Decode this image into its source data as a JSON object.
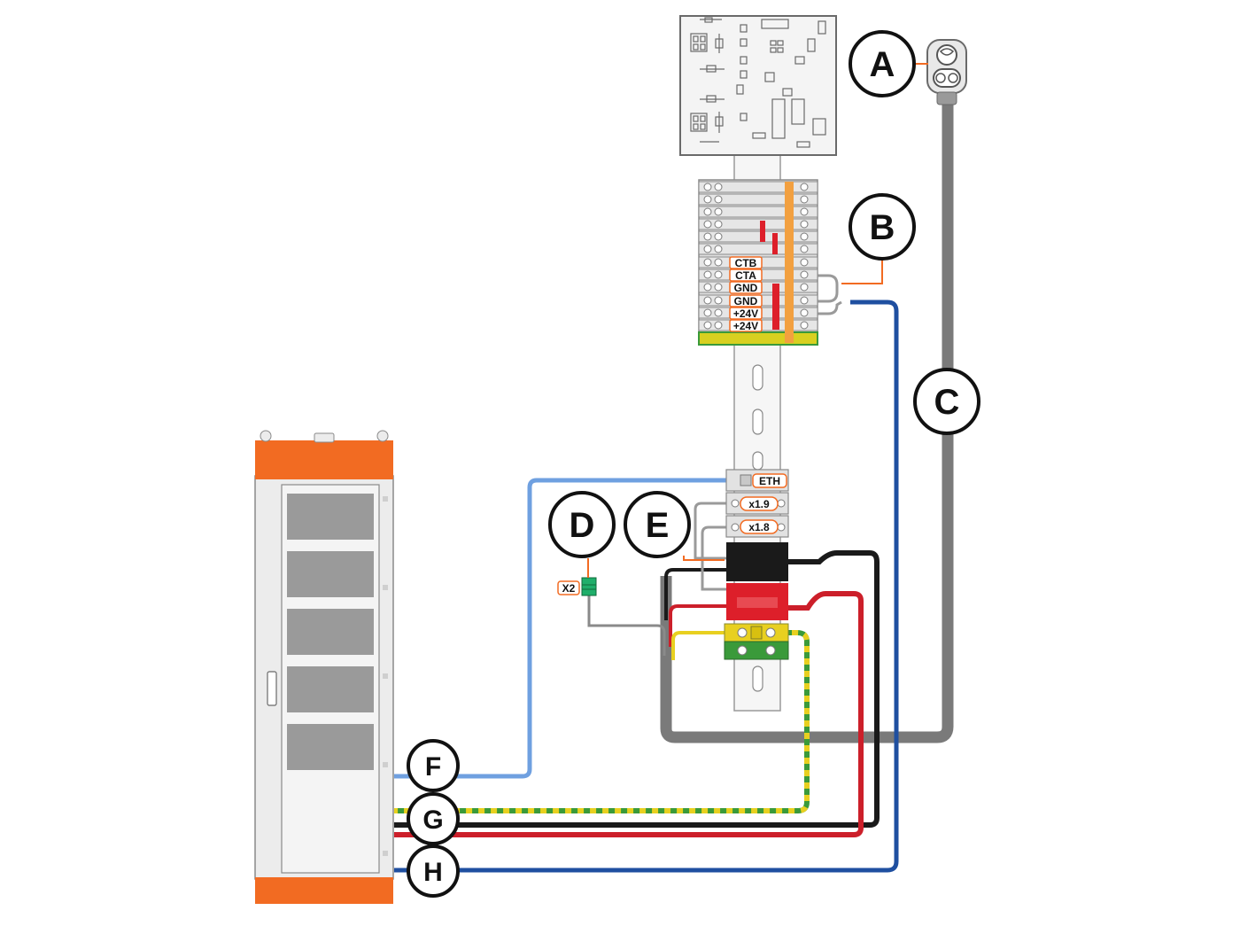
{
  "callouts": {
    "a": "A",
    "b": "B",
    "c": "C",
    "d": "D",
    "e": "E",
    "f": "F",
    "g": "G",
    "h": "H"
  },
  "terminals": {
    "ctb": "CTB",
    "cta": "CTA",
    "gnd_1": "GND",
    "gnd_2": "GND",
    "v24_1": "+24V",
    "v24_2": "+24V"
  },
  "labels": {
    "eth": "ETH",
    "x19": "x1.9",
    "x18": "x1.8",
    "x2": "X2"
  },
  "colors": {
    "orange": "#f26b22",
    "cable_gray": "#7a7a7a",
    "cable_blue_dark": "#1f4fa0",
    "cable_blue_light": "#6fa0e0",
    "cable_red": "#cc1f2a",
    "cable_black": "#1a1a1a",
    "earth_yellow": "#e8d020",
    "earth_green": "#3a9a3a",
    "terminal_green": "#1fae6a"
  }
}
